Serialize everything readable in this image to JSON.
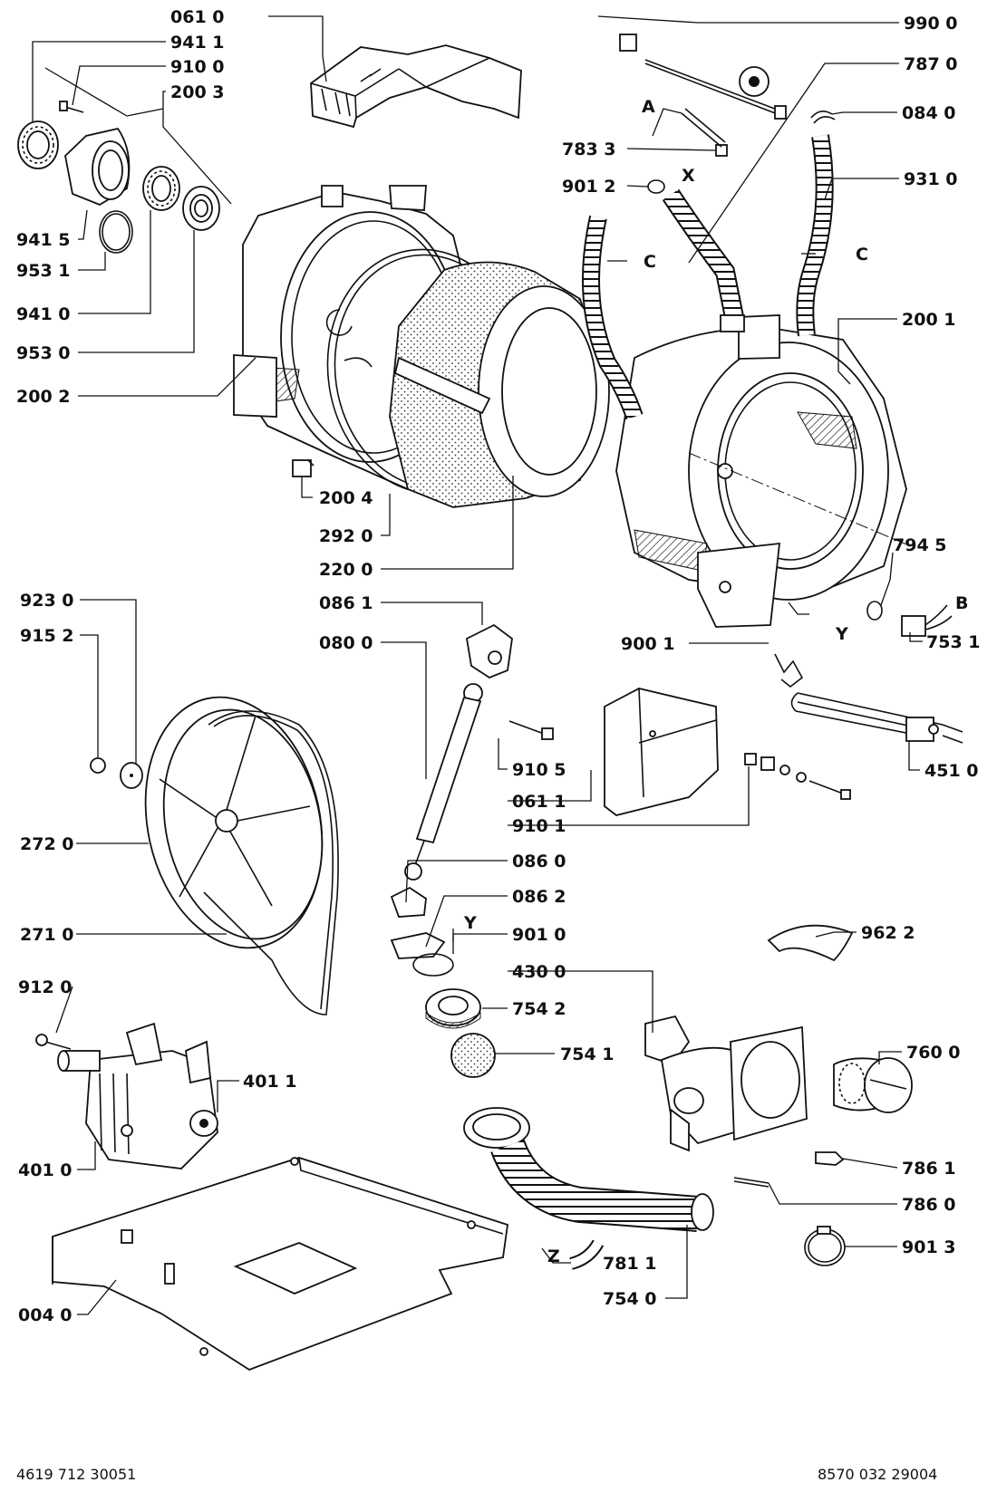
{
  "title": "",
  "callouts": {
    "c0610": "061 0",
    "c9411": "941 1",
    "c9100": "910 0",
    "c2003": "200 3",
    "c9415": "941 5",
    "c9531": "953 1",
    "c9410": "941 0",
    "c9530": "953 0",
    "c2002": "200 2",
    "c2004": "200 4",
    "c2920": "292 0",
    "c2200": "220 0",
    "c9900": "990 0",
    "c7870": "787 0",
    "c0840": "084 0",
    "c7833": "783 3",
    "c9012": "901 2",
    "c9310": "931 0",
    "c2001": "200 1",
    "c7945": "794 5",
    "c7531": "753 1",
    "c9001": "900 1",
    "c4510": "451 0",
    "c9230": "923 0",
    "c9152": "915 2",
    "c0861": "086 1",
    "c0800": "080 0",
    "c9105": "910 5",
    "c0611": "061 1",
    "c9101": "910 1",
    "c0860": "086 0",
    "c0862": "086 2",
    "c2720": "272 0",
    "c2710": "271 0",
    "c9010": "901 0",
    "c4300": "430 0",
    "c9622": "962 2",
    "c7542": "754 2",
    "c7541": "754 1",
    "c7600": "760 0",
    "c9120": "912 0",
    "c4011": "401 1",
    "c4010": "401 0",
    "c7861": "786 1",
    "c7860": "786 0",
    "c9013": "901 3",
    "c7811": "781 1",
    "c7540": "754 0",
    "c0040": "004 0"
  },
  "letters": {
    "A": "A",
    "X": "X",
    "C1": "C",
    "C2": "C",
    "B": "B",
    "Y1": "Y",
    "Y2": "Y",
    "Z": "Z"
  },
  "footer": {
    "left_code": "4619 712 30051",
    "right_code": "8570 032 29004"
  }
}
